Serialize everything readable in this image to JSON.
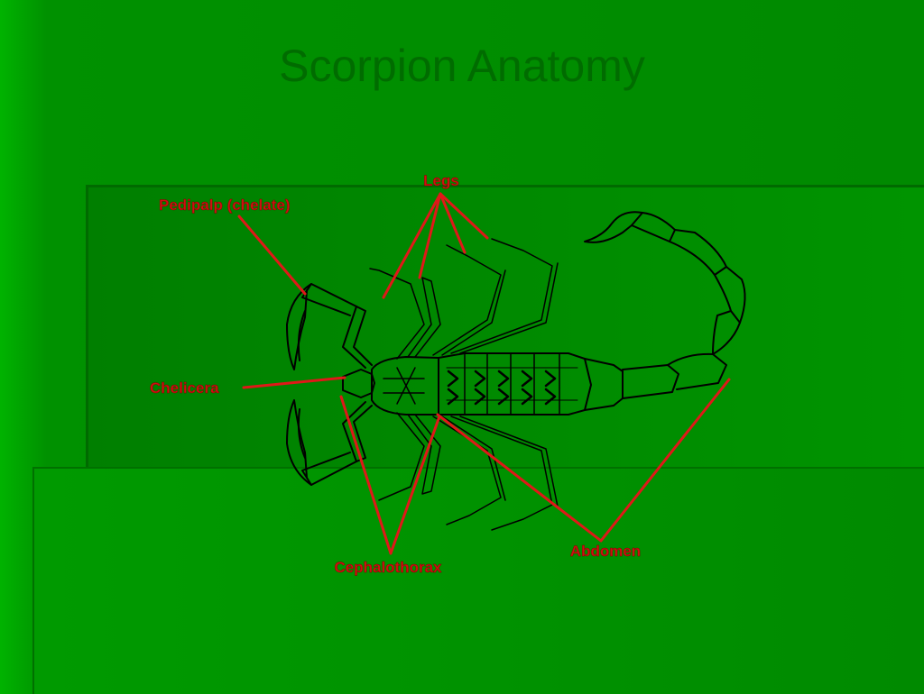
{
  "slide": {
    "title": "Scorpion Anatomy"
  },
  "labels": {
    "legs": "Legs",
    "pedipalp": "Pedipalp (chelate)",
    "chelicera": "Chelicera",
    "cephalothorax": "Cephalothorax",
    "abdomen": "Abdomen"
  },
  "colors": {
    "background": "#008a00",
    "title": "#006c00",
    "label_text": "#d01010",
    "leader_line": "#e01818",
    "drawing_line": "#000000"
  }
}
